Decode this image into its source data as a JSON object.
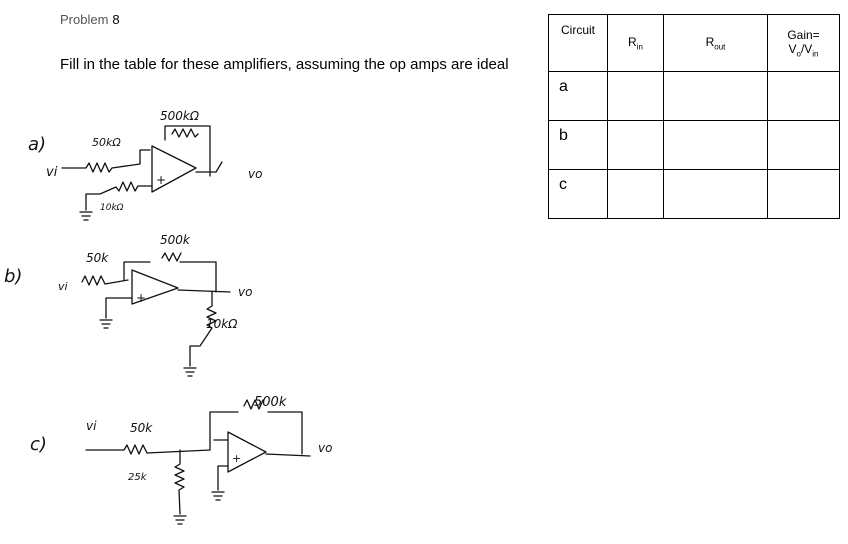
{
  "problem": {
    "label": "Problem",
    "number": "8"
  },
  "instruction": "Fill in the table  for these amplifiers, assuming the op amps are ideal",
  "table": {
    "header_circuit": "Circuit",
    "header_rin_main": "R",
    "header_rin_sub": "in",
    "header_rout_main": "R",
    "header_rout_sub": "out",
    "header_gain_line1": "Gain=",
    "header_gain_v1": "V",
    "header_gain_sub1": "o",
    "header_gain_slash": "/V",
    "header_gain_sub2": "in",
    "rows": [
      "a",
      "b",
      "c"
    ]
  },
  "sketch": {
    "a": {
      "label": "a)",
      "vin": "vi",
      "r_in": "50kΩ",
      "r_feedback": "500kΩ",
      "r_plus": "10kΩ",
      "vout": "vo",
      "plus_sign": "+"
    },
    "b": {
      "label": "b)",
      "vin": "vi",
      "r_in": "50k",
      "r_feedback": "500k",
      "r_load": "10kΩ",
      "vout": "vo",
      "plus_sign": "+"
    },
    "c": {
      "label": "c)",
      "vin": "vi",
      "r_in": "50k",
      "r_shunt": "25k",
      "r_feedback": "500k",
      "vout": "vo",
      "plus_sign": "+"
    }
  }
}
